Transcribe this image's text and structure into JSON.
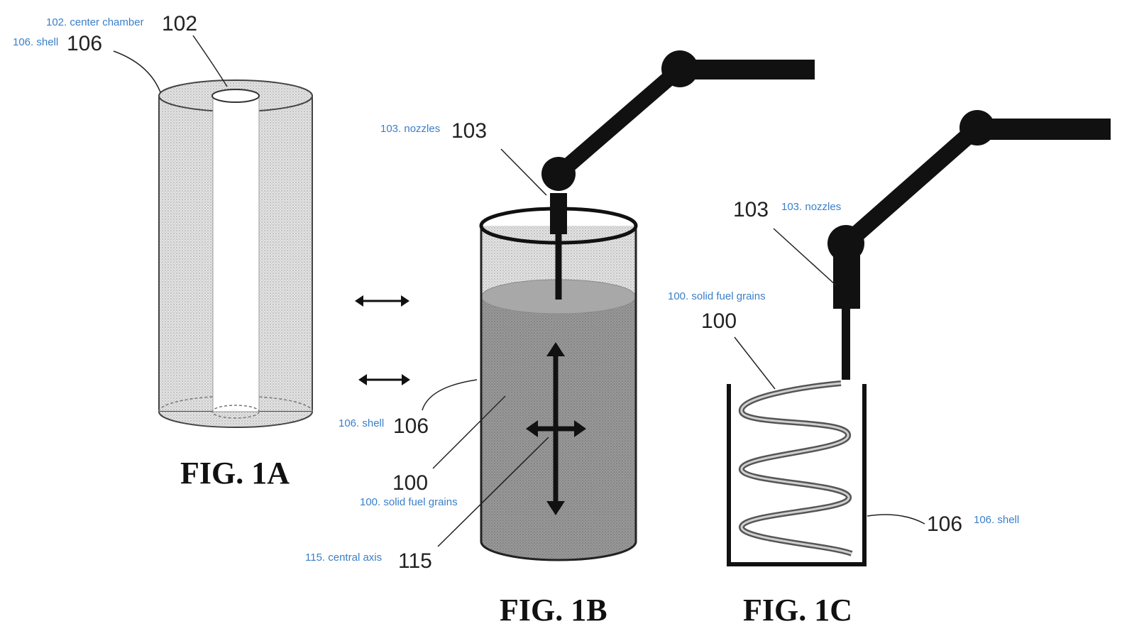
{
  "figures": {
    "fig_1a": "FIG. 1A",
    "fig_1b": "FIG. 1B",
    "fig_1c": "FIG. 1C"
  },
  "labels": {
    "a_center_chamber": "102. center chamber",
    "a_center_chamber_num": "102",
    "a_shell": "106. shell",
    "a_shell_num": "106",
    "b_nozzles": "103. nozzles",
    "b_nozzles_num": "103",
    "b_shell": "106. shell",
    "b_shell_num": "106",
    "b_grains_num": "100",
    "b_grains": "100. solid fuel grains",
    "b_axis": "115. central axis",
    "b_axis_num": "115",
    "c_nozzles_num": "103",
    "c_nozzles": "103. nozzles",
    "c_grains": "100. solid fuel grains",
    "c_grains_num": "100",
    "c_shell_num": "106",
    "c_shell": "106. shell"
  },
  "colors": {
    "annotation_blue": "#3a7fc8",
    "fuel_gray": "#8c8c8c",
    "shell_stipple": "#d6d6d6"
  }
}
